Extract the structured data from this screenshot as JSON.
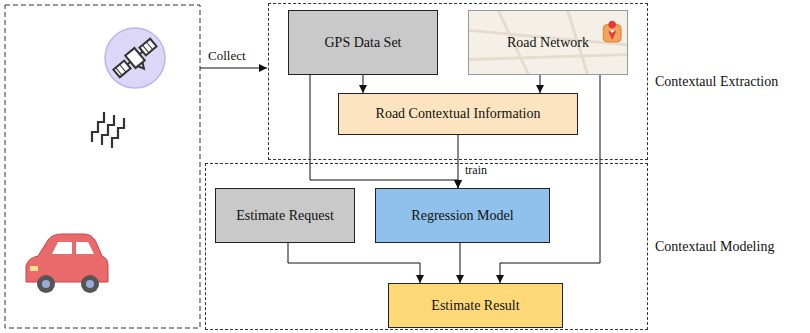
{
  "diagram": {
    "nodes": [
      {
        "text": [
          "Contextaul Extraction"
        ]
      },
      {
        "text": [
          "GPS Data Set"
        ],
        "in": 0
      },
      {
        "text": [
          "Road Network"
        ],
        "in": 0
      },
      {
        "text": [
          "Road Contextual Information"
        ],
        "in": 0
      },
      {
        "text": [
          "Contextaul Modeling"
        ]
      },
      {
        "text": [
          "Estimate Request"
        ],
        "in": 4
      },
      {
        "text": [
          "Regression Model"
        ],
        "in": 4
      },
      {
        "text": [
          "Estimate Result"
        ],
        "in": 4
      }
    ],
    "edges": [
      {
        "from": 1,
        "to": 3,
        "arrow": "to"
      },
      {
        "from": 2,
        "to": 3,
        "arrow": "to"
      },
      {
        "from": 1,
        "to": 6,
        "arrow": "to"
      },
      {
        "from": 3,
        "to": 6,
        "label": "train",
        "arrow": "to"
      },
      {
        "from": 5,
        "to": 7,
        "arrow": "to"
      },
      {
        "from": 6,
        "to": 7,
        "arrow": "to"
      },
      {
        "from": 2,
        "to": 7,
        "arrow": "to"
      }
    ],
    "labels": [
      "Collect"
    ]
  }
}
